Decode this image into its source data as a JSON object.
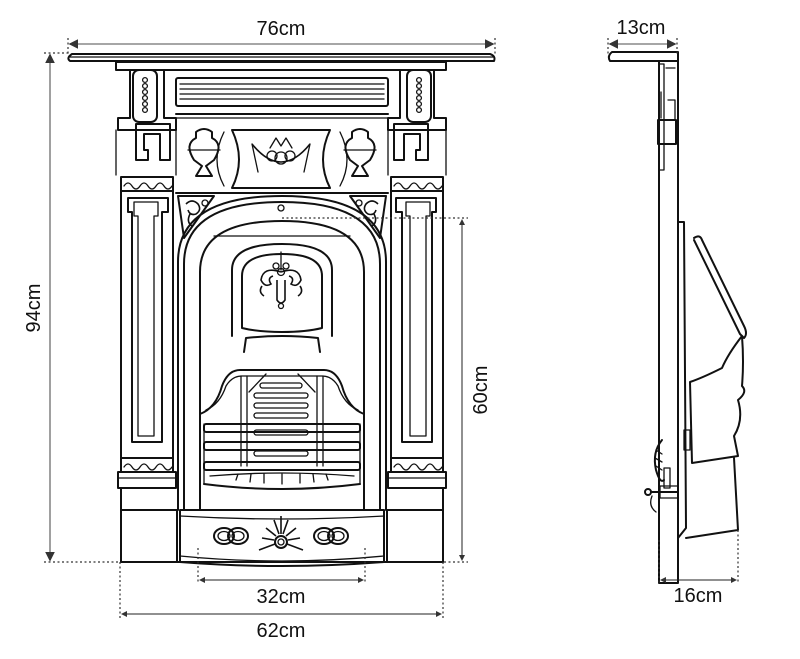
{
  "figure": {
    "subject": "Cast iron fireplace dimension drawing",
    "views": [
      "front-elevation",
      "side-elevation"
    ],
    "line_color": "#111111",
    "dimension_color": "#888888",
    "background": "#ffffff"
  },
  "dimensions": {
    "overall_width": {
      "label": "76cm",
      "value": 76,
      "unit": "cm"
    },
    "overall_height": {
      "label": "94cm",
      "value": 94,
      "unit": "cm"
    },
    "opening_height": {
      "label": "60cm",
      "value": 60,
      "unit": "cm"
    },
    "opening_width": {
      "label": "32cm",
      "value": 32,
      "unit": "cm"
    },
    "base_width": {
      "label": "62cm",
      "value": 62,
      "unit": "cm"
    },
    "mantel_depth": {
      "label": "13cm",
      "value": 13,
      "unit": "cm"
    },
    "overall_depth": {
      "label": "16cm",
      "value": 16,
      "unit": "cm"
    }
  }
}
